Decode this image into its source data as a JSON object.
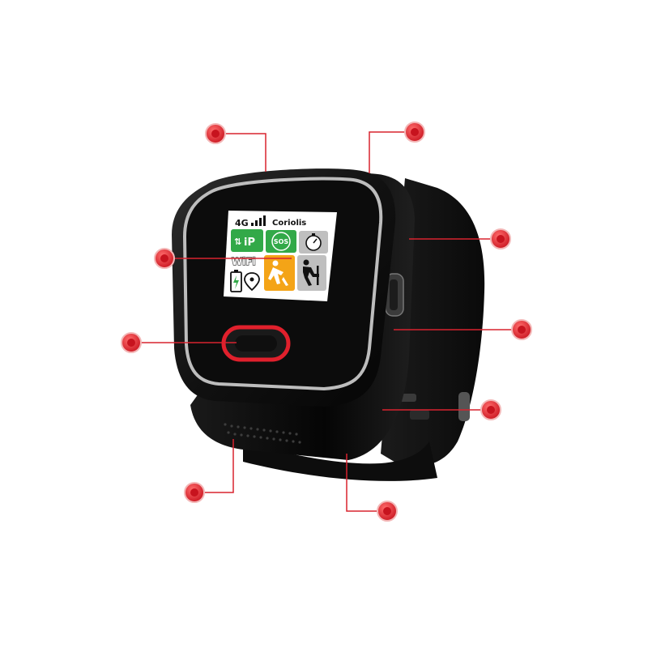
{
  "screen": {
    "network": "4G",
    "carrier": "Coriolis",
    "tiles": {
      "ip": "iP",
      "sos": "SOS",
      "wifi": "WiFi"
    }
  },
  "colors": {
    "accent_red": "#d8232f",
    "green": "#32a948",
    "amber": "#f4a417",
    "body": "#141414"
  },
  "callouts": {
    "count": 9,
    "icon": "red-dot-marker"
  }
}
